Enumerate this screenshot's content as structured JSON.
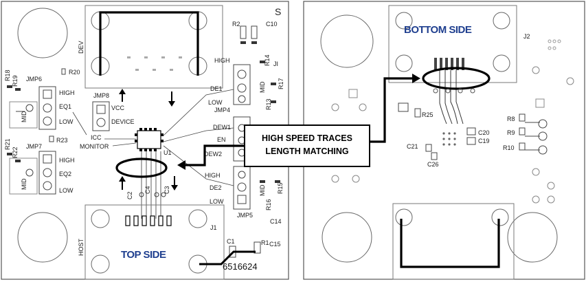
{
  "panels": {
    "top": {
      "title": "TOP SIDE",
      "partial_letter": "S",
      "connector_dev_label": "DEV",
      "connector_host_label": "HOST",
      "connector_host_ref": "J1",
      "part_number": "6516624",
      "ic_ref": "U1",
      "signals": {
        "vcc": "VCC",
        "device": "DEVICE",
        "icc": "ICC",
        "monitor": "MONITOR",
        "eq1": "EQ1",
        "eq2": "EQ2",
        "de1": "DE1",
        "de2": "DE2",
        "dew1": "DEW1",
        "dew2": "DEW2",
        "en": "EN"
      },
      "jumpers": [
        "JMP6",
        "JMP7",
        "JMP8",
        "JMP4",
        "JMP5"
      ],
      "levels": {
        "high": "HIGH",
        "mid": "MID",
        "low": "LOW"
      },
      "resistors": [
        "R2",
        "R14",
        "R17",
        "R13",
        "R15",
        "R16",
        "R18",
        "R19",
        "R20",
        "R21",
        "R22",
        "R23",
        "R1"
      ],
      "capacitors": [
        "C10",
        "C1",
        "C2",
        "C3",
        "C4",
        "C14",
        "C15"
      ],
      "partial_refs": {
        "j_partial": "JI"
      }
    },
    "bottom": {
      "title": "BOTTOM SIDE",
      "connector_ref": "J2",
      "resistors": [
        "R25",
        "R8",
        "R9",
        "R10"
      ],
      "capacitors": [
        "C20",
        "C19",
        "C21",
        "C26"
      ]
    }
  },
  "callout": {
    "line1": "HIGH SPEED TRACES",
    "line2": "LENGTH MATCHING"
  },
  "colors": {
    "title_blue": "#1f3f8f",
    "trace": "#000000",
    "outline": "#444444"
  }
}
